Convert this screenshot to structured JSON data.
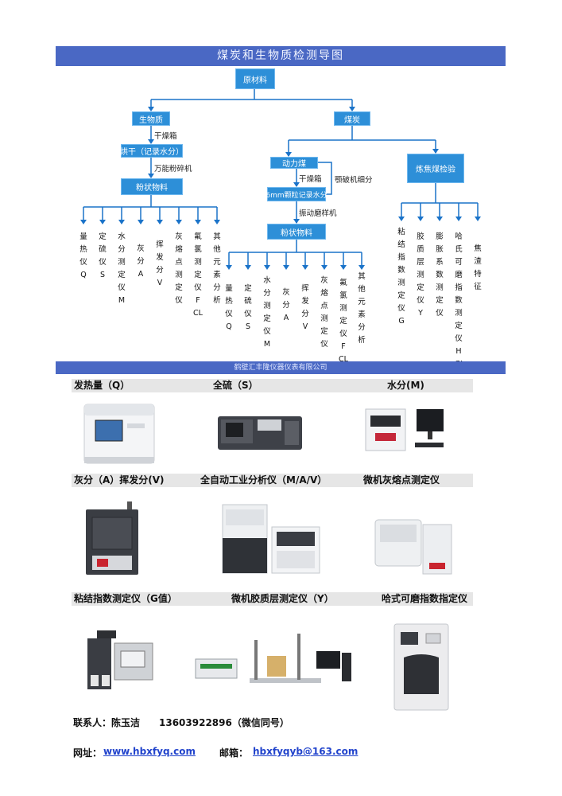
{
  "banner": {
    "title": "煤炭和生物质检测导图"
  },
  "flow": {
    "root": "原材料",
    "biomass": "生物质",
    "coal": "煤炭",
    "bio_step1_label": "干燥箱",
    "bio_dry": "烘干（记录水分）",
    "bio_step2_label": "万能粉碎机",
    "bio_powder": "粉状物料",
    "coal_power": "动力煤",
    "coal_dry_label": "干燥箱",
    "coal_crush_label": "颚破机细分",
    "coal_6mm": "6mm颗粒记录水分",
    "coal_mill_label": "振动磨样机",
    "coal_powder": "粉状物料",
    "coking_coal": "炼焦煤检验",
    "bio_leaves": [
      "量热仪Q",
      "定硫仪S",
      "水分测定仪M",
      "灰分A",
      "挥发分V",
      "灰熔点测定仪",
      "氟氯测定仪FCL",
      "其他元素分析"
    ],
    "coal_leaves": [
      "量热仪Q",
      "定硫仪S",
      "水分测定仪M",
      "灰分A",
      "挥发分V",
      "灰熔点测定仪",
      "氟氯测定仪FCL",
      "其他元素分析"
    ],
    "coking_leaves": [
      "粘结指数测定仪G",
      "胶质层测定仪Y",
      "膨胀系数测定仪",
      "哈氏可磨指数测定仪HGI",
      "焦渣特征"
    ]
  },
  "divider_text": "鹤壁汇丰隆仪器仪表有限公司",
  "captions": {
    "row1": [
      "发热量（Q）",
      "全硫（S）",
      "水分(M)"
    ],
    "row2": [
      "灰分（A）挥发分(V)",
      "全自动工业分析仪（M/A/V）",
      "微机灰熔点测定仪"
    ],
    "row3": [
      "粘结指数测定仪（G值）",
      "微机胶质层测定仪（Y）",
      "哈式可磨指数指定仪"
    ]
  },
  "contact": {
    "person_label": "联系人：陈玉洁",
    "phone": "13603922896（微信同号）",
    "web_label": "网址：",
    "web": "www.hbxfyq.com",
    "mail_label": "邮箱：",
    "mail": "hbxfyqyb@163.com"
  }
}
